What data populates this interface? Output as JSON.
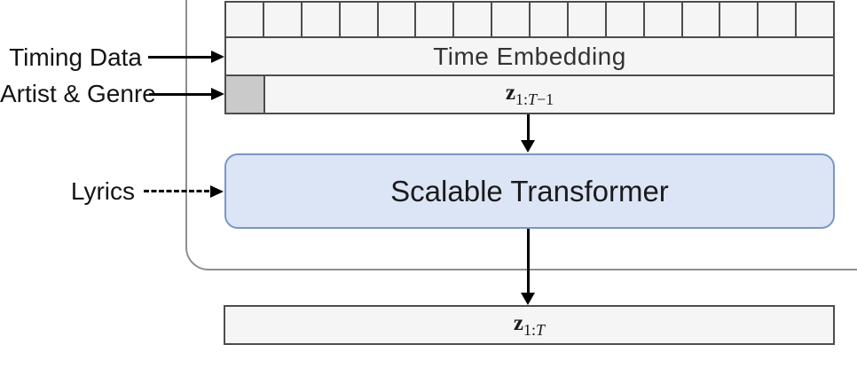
{
  "diagram": {
    "left_labels": {
      "timing_data": "Timing Data",
      "artist_genre": "Artist & Genre",
      "lyrics": "Lyrics"
    },
    "token_grid": {
      "cell_count": 16
    },
    "bars": {
      "time_embedding": "Time Embedding",
      "z_input": {
        "base": "z",
        "sub_pre": "1:",
        "sub_var": "T",
        "sub_post": "−1"
      },
      "z_output": {
        "base": "z",
        "sub_pre": "1:",
        "sub_var": "T",
        "sub_post": ""
      }
    },
    "transformer": {
      "label": "Scalable Transformer"
    }
  },
  "colors": {
    "bar_fill": "#f5f5f5",
    "bar_border": "#4c4c4c",
    "start_token_fill": "#cacaca",
    "transformer_fill": "#dbe5f6",
    "transformer_border": "#7a96c6",
    "panel_outline": "#8e8e8e",
    "arrow_color": "#000000",
    "label_color": "#141414"
  }
}
